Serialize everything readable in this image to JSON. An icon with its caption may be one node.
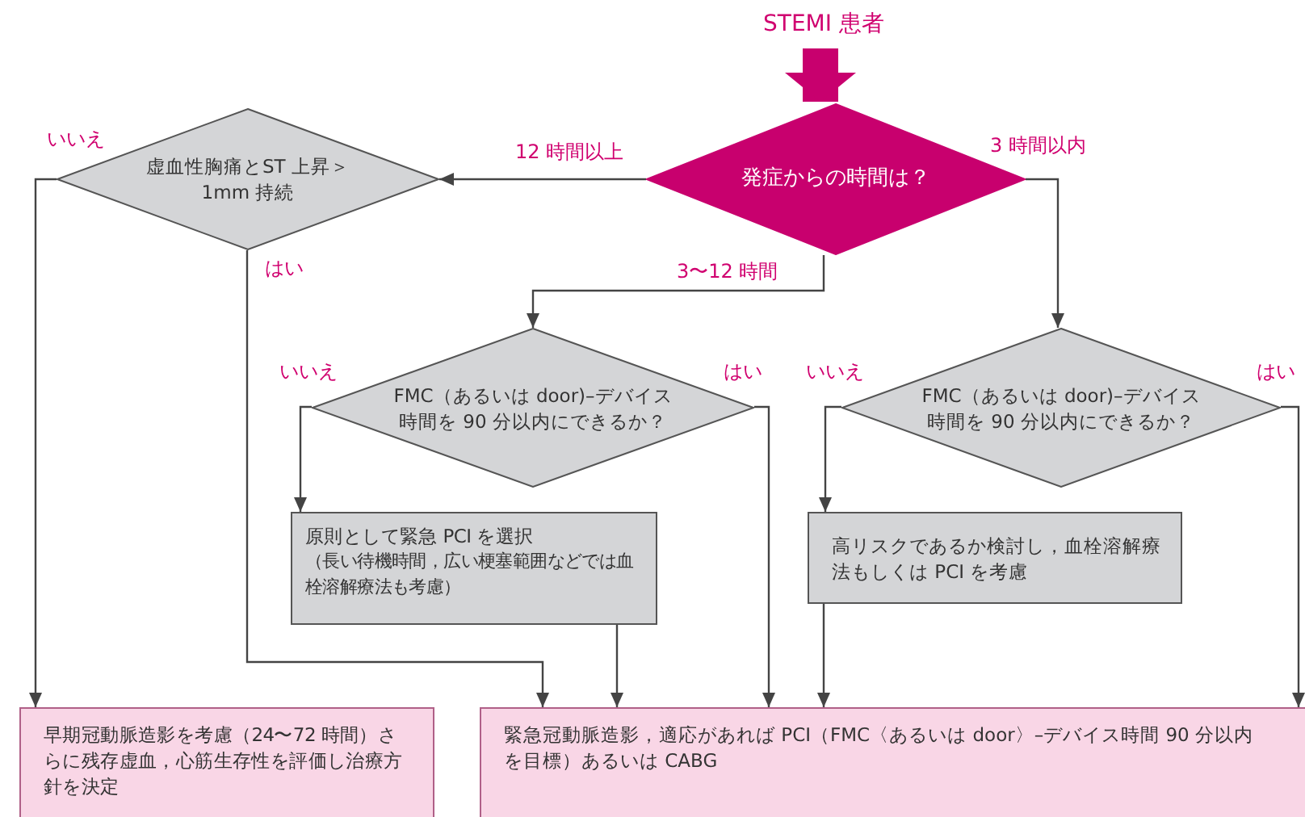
{
  "diagram": {
    "nodes": [
      {
        "text": [
          "STEMI 患者"
        ]
      },
      {
        "text": [
          "発症からの時間は？"
        ]
      },
      {
        "text": [
          "虚血性胸痛とST 上昇＞1mm 持続"
        ]
      },
      {
        "text": [
          "FMC（あるいは door)–デバイス時間を 90 分以内にできるか？"
        ]
      },
      {
        "text": [
          "FMC（あるいは door)–デバイス時間を 90 分以内にできるか？"
        ]
      },
      {
        "text": [
          "原則として緊急 PCI を選択",
          "（長い待機時間，広い梗塞範囲などでは血栓溶解療法も考慮）"
        ]
      },
      {
        "text": [
          "高リスクであるか検討し，血栓溶解療法もしくは PCI を考慮"
        ]
      },
      {
        "text": [
          "早期冠動脈造影を考慮（24〜72 時間）さらに残存虚血，心筋生存性を評価し治療方針を決定"
        ]
      },
      {
        "text": [
          "緊急冠動脈造影，適応があれば PCI（FMC〈あるいは door〉–デバイス時間 90 分以内を目標）あるいは CABG"
        ]
      }
    ],
    "edges": [
      {
        "from": 0,
        "to": 1,
        "arrow": "to",
        "style": "thick",
        "color": "#c8006e"
      },
      {
        "from": 1,
        "to": 2,
        "arrow": "to",
        "label": "12 時間以上"
      },
      {
        "from": 1,
        "to": 3,
        "arrow": "to",
        "label": "3〜12 時間"
      },
      {
        "from": 1,
        "to": 4,
        "arrow": "to",
        "label": "3 時間以内"
      },
      {
        "from": 2,
        "to": 7,
        "arrow": "to",
        "label": "いいえ"
      },
      {
        "from": 2,
        "to": 8,
        "arrow": "to",
        "label": "はい"
      },
      {
        "from": 3,
        "to": 5,
        "arrow": "to",
        "label": "いいえ"
      },
      {
        "from": 3,
        "to": 8,
        "arrow": "to",
        "label": "はい"
      },
      {
        "from": 4,
        "to": 6,
        "arrow": "to",
        "label": "いいえ"
      },
      {
        "from": 4,
        "to": 8,
        "arrow": "to",
        "label": "はい"
      },
      {
        "from": 5,
        "to": 8,
        "arrow": "to"
      },
      {
        "from": 6,
        "to": 8,
        "arrow": "to"
      }
    ]
  }
}
